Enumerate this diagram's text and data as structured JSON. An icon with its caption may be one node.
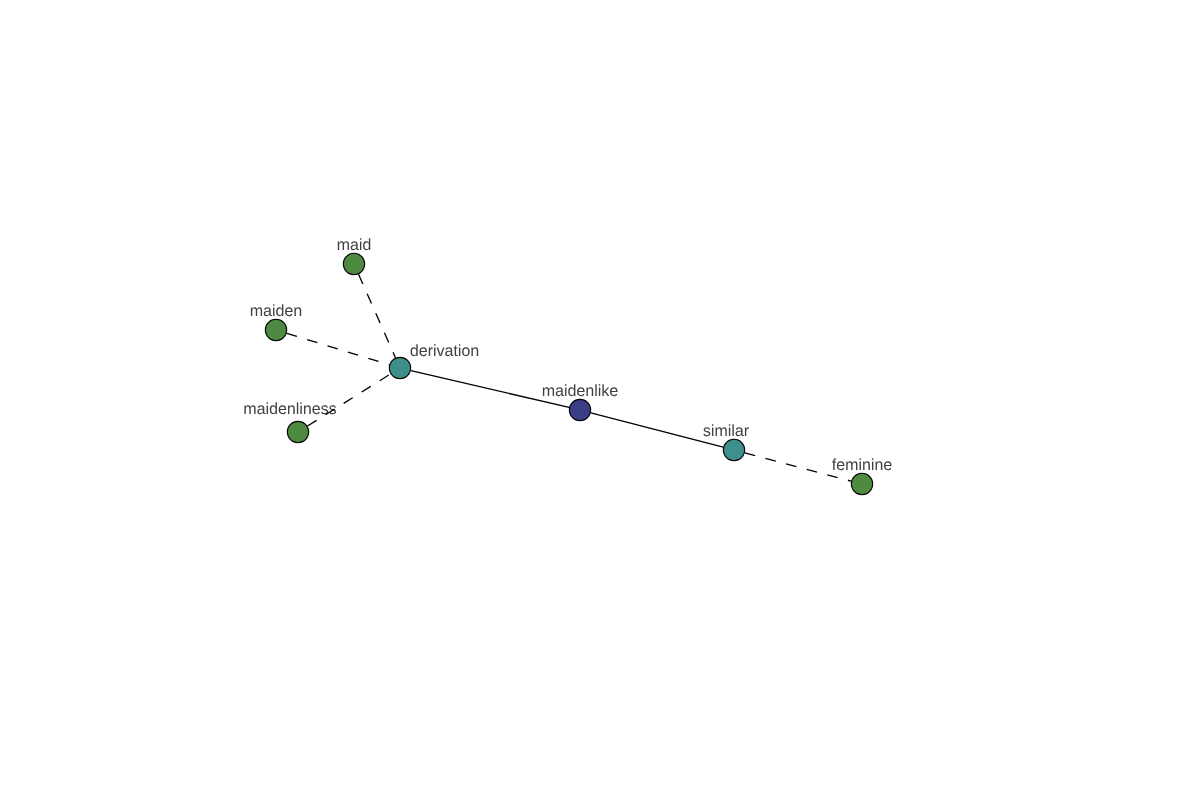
{
  "diagram": {
    "nodes": [
      {
        "text": [
          "maid"
        ]
      },
      {
        "text": [
          "maiden"
        ]
      },
      {
        "text": [
          "derivation"
        ]
      },
      {
        "text": [
          "maidenliness"
        ]
      },
      {
        "text": [
          "maidenlike"
        ]
      },
      {
        "text": [
          "similar"
        ]
      },
      {
        "text": [
          "feminine"
        ]
      }
    ],
    "edges": [
      {
        "from": 0,
        "to": 2,
        "arrow": "none",
        "style": "dashed"
      },
      {
        "from": 1,
        "to": 2,
        "arrow": "none",
        "style": "dashed"
      },
      {
        "from": 3,
        "to": 2,
        "arrow": "none",
        "style": "dashed"
      },
      {
        "from": 2,
        "to": 4,
        "arrow": "none"
      },
      {
        "from": 4,
        "to": 5,
        "arrow": "none"
      },
      {
        "from": 5,
        "to": 6,
        "arrow": "none",
        "style": "dashed"
      }
    ]
  }
}
